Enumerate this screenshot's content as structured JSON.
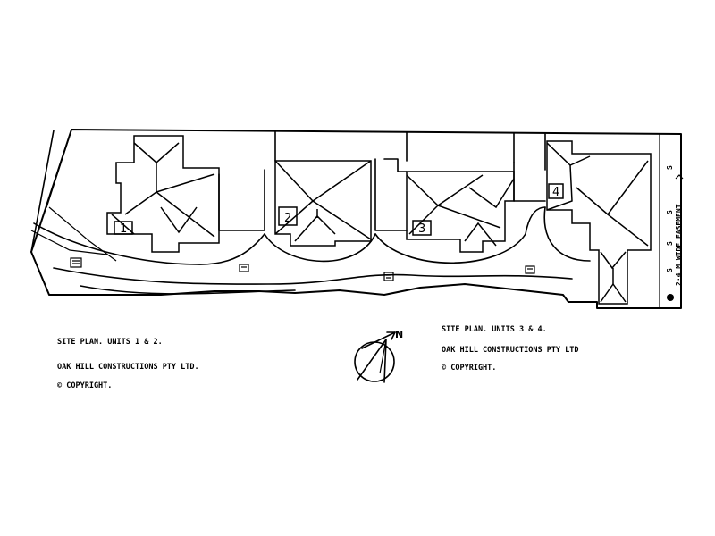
{
  "plan": {
    "units": [
      "1",
      "2",
      "3",
      "4"
    ],
    "north_label": "N",
    "easement_label": "2·4 M WIDE EASEMENT",
    "easement_markers": [
      "S",
      "S",
      "S",
      "S"
    ]
  },
  "notes_left": {
    "title": "SITE PLAN.  UNITS 1 & 2.",
    "company": "OAK HILL CONSTRUCTIONS PTY LTD.",
    "copyright": "©  COPYRIGHT."
  },
  "notes_right": {
    "title": "SITE PLAN.  UNITS 3 & 4.",
    "company": "OAK HILL CONSTRUCTIONS PTY LTD",
    "copyright": "©  COPYRIGHT."
  }
}
